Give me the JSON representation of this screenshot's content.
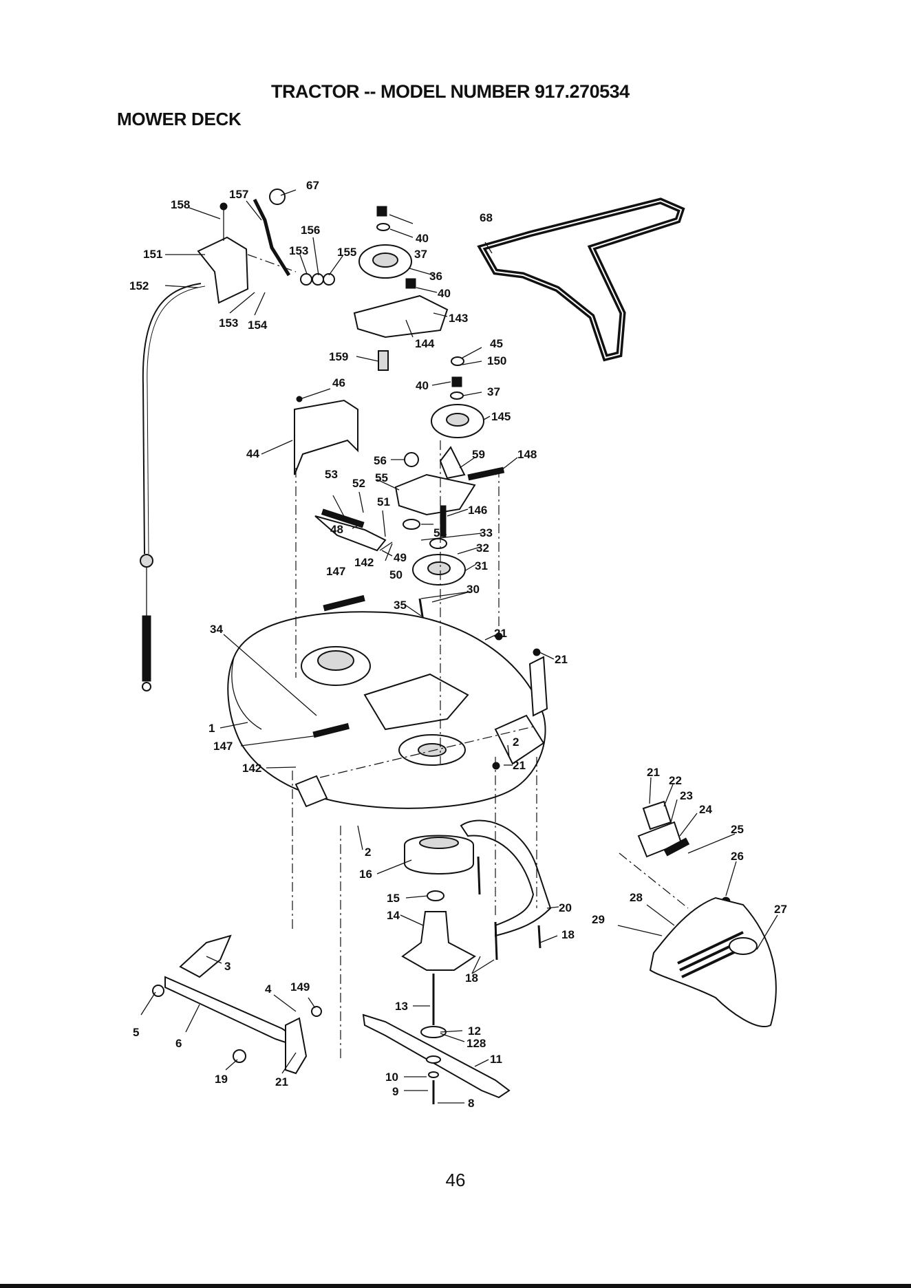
{
  "header": {
    "title": "TRACTOR -- MODEL NUMBER 917.270534",
    "section": "MOWER DECK"
  },
  "page_number": "46",
  "callouts": [
    "158",
    "157",
    "67",
    "156",
    "153",
    "155",
    "151",
    "152",
    "153",
    "154",
    "40",
    "37",
    "36",
    "40",
    "143",
    "144",
    "159",
    "68",
    "45",
    "150",
    "40",
    "37",
    "145",
    "46",
    "44",
    "56",
    "59",
    "148",
    "53",
    "52",
    "55",
    "51",
    "146",
    "54",
    "33",
    "32",
    "48",
    "49",
    "50",
    "31",
    "147",
    "142",
    "30",
    "35",
    "21",
    "21",
    "34",
    "1",
    "147",
    "142",
    "2",
    "21",
    "2",
    "16",
    "15",
    "14",
    "20",
    "18",
    "18",
    "21",
    "22",
    "23",
    "24",
    "25",
    "26",
    "28",
    "29",
    "27",
    "3",
    "4",
    "149",
    "5",
    "6",
    "19",
    "21",
    "13",
    "12",
    "128",
    "11",
    "10",
    "9",
    "8"
  ]
}
